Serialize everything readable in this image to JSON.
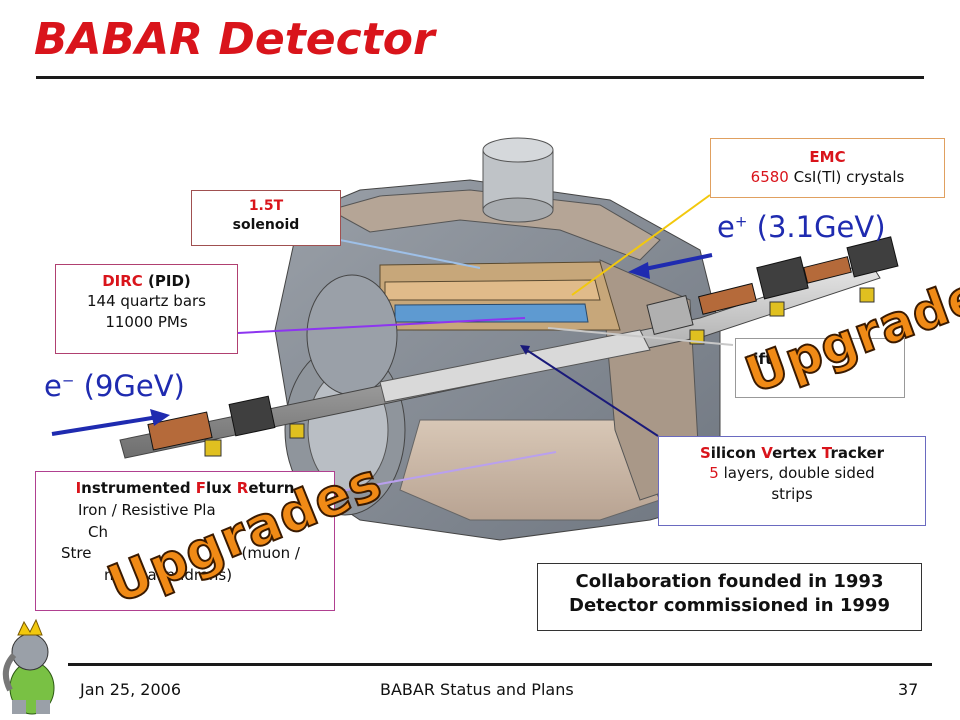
{
  "slide": {
    "title": "BABAR Detector",
    "page_number": "37"
  },
  "labels": {
    "solenoid": {
      "line1": "1.5T",
      "line2": "solenoid"
    },
    "emc": {
      "line1": "EMC",
      "line2_num": "6580",
      "line2_rest": " CsI(Tl) crystals"
    },
    "dirc": {
      "head_red": "DIRC",
      "head_rest": " (PID)",
      "line2": "144 quartz bars",
      "line3": "11000 PMs"
    },
    "drift": {
      "visible": "rift",
      "hidden_note": "occluded by Upgrades stamp"
    },
    "svt": {
      "w1a": "S",
      "w1b": "ilicon ",
      "w2a": "V",
      "w2b": "ertex ",
      "w3a": "T",
      "w3b": "racker",
      "line2_num": "5",
      "line2_rest": " layers, double sided",
      "line3": "strips"
    },
    "ifr": {
      "w1a": "I",
      "w1b": "nstrumented ",
      "w2a": "F",
      "w2b": "lux ",
      "w3a": "R",
      "w3b": "eturn",
      "line2": "Iron / Resistive Pla",
      "line3": "Ch",
      "line4a": "Stre",
      "line4b": "(muon /",
      "line5a": "n",
      "line5b": "al nadrons)"
    },
    "collab": {
      "line1": "Collaboration founded in 1993",
      "line2": "Detector commissioned in 1999"
    }
  },
  "beams": {
    "electron": {
      "symbol": "e",
      "charge": "−",
      "energy": " (9GeV)"
    },
    "positron": {
      "symbol": "e",
      "charge": "+",
      "energy": " (3.1GeV)"
    }
  },
  "stamps": {
    "upgrades_top": "Upgrades",
    "upgrades_bottom": "Upgrades"
  },
  "footer": {
    "date": "Jan 25, 2006",
    "center": "BABAR Status and Plans",
    "page": "37"
  },
  "colors": {
    "title": "#d9141b",
    "accent_red": "#d9141b",
    "beam_blue": "#1f2bb0",
    "stamp_orange": "#f08a16"
  },
  "icons": {
    "mascot": "babar-elephant-mascot-icon"
  }
}
